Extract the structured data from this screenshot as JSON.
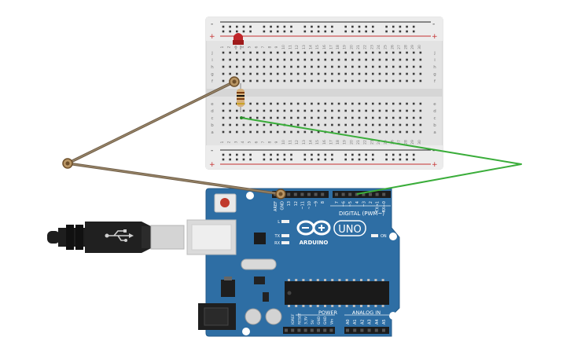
{
  "board": {
    "brand": "ARDUINO",
    "model": "UNO",
    "digital_label": "DIGITAL (PWM~)",
    "power_label": "POWER",
    "analog_label": "ANALOG IN",
    "on_label": "ON",
    "led_l": "L",
    "led_tx": "TX",
    "led_rx": "RX",
    "top_pins": [
      "AREF",
      "GND",
      "13",
      "12",
      "~11",
      "~10",
      "~9",
      "8",
      "7",
      "~6",
      "~5",
      "4",
      "~3",
      "2",
      "TX→1",
      "RX←0"
    ],
    "power_pins": [
      "IOREF",
      "RESET",
      "3.3V",
      "5V",
      "GND",
      "GND",
      "Vin"
    ],
    "analog_pins": [
      "A0",
      "A1",
      "A2",
      "A3",
      "A4",
      "A5"
    ]
  },
  "breadboard": {
    "top_col_numbers": [
      "1",
      "2",
      "3",
      "4",
      "5",
      "6",
      "7",
      "8",
      "9",
      "10",
      "11",
      "12",
      "13",
      "14",
      "15",
      "16",
      "17",
      "18",
      "19",
      "20",
      "21",
      "22",
      "23",
      "24",
      "25",
      "26",
      "27",
      "28",
      "29",
      "30"
    ],
    "rows_upper": [
      "j",
      "i",
      "h",
      "g",
      "f"
    ],
    "rows_lower": [
      "e",
      "d",
      "c",
      "b",
      "a"
    ],
    "plus": "+",
    "minus": "-"
  },
  "colors": {
    "board": "#2e6ea4",
    "breadboard": "#e6e6e6",
    "wire_brown": "#8a7458",
    "wire_green": "#3aad3a",
    "led_red": "#b81e1e"
  }
}
